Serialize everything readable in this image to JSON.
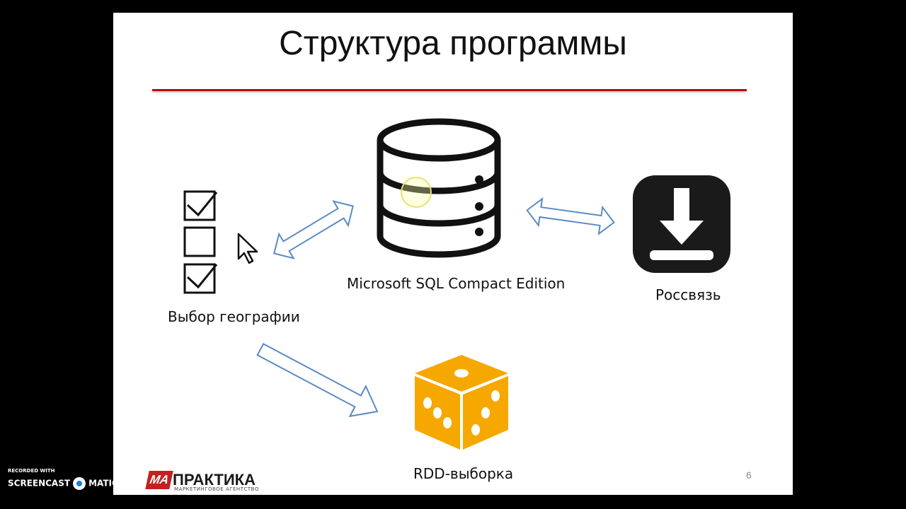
{
  "slide": {
    "title": "Структура программы",
    "page_number": "6"
  },
  "nodes": {
    "geography": {
      "label": "Выбор географии",
      "icon": "checklist-icon"
    },
    "database": {
      "label": "Microsoft SQL Compact Edition",
      "icon": "database-icon"
    },
    "rossvyaz": {
      "label": "Россвязь",
      "icon": "download-icon"
    },
    "rdd": {
      "label": "RDD-выборка",
      "icon": "dice-icon"
    }
  },
  "logo": {
    "mark": "МА",
    "name": "ПРАКТИКА",
    "tagline": "МАРКЕТИНГОВОЕ АГЕНТСТВО"
  },
  "watermark": {
    "recorded_with": "RECORDED WITH",
    "left": "SCREENCAST",
    "right": "MATIC"
  },
  "colors": {
    "title_rule": "#c00000",
    "arrow_stroke": "#5b8ac6",
    "dice": "#f6a800",
    "icon_dark": "#1a1a1a"
  }
}
